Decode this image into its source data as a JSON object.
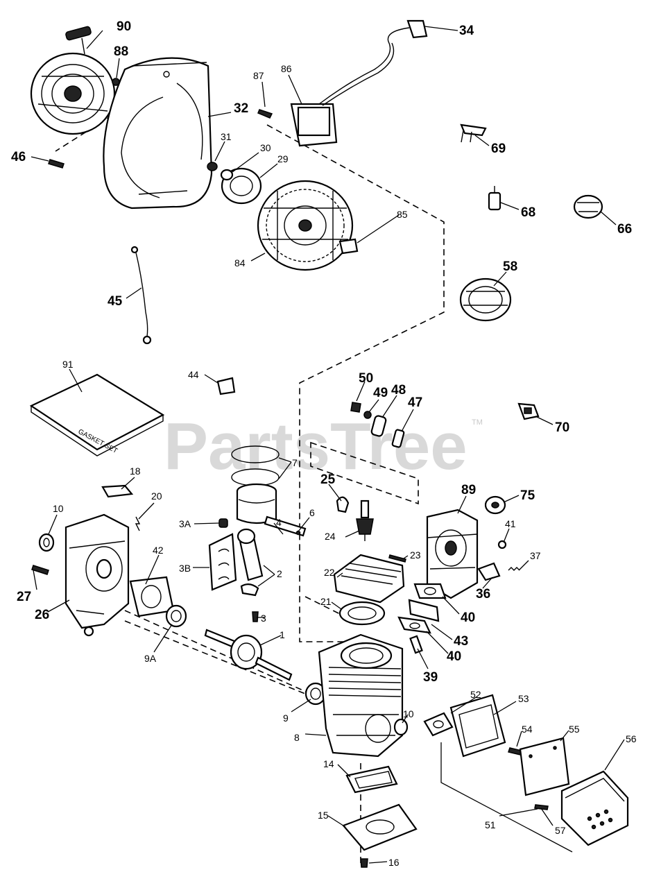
{
  "watermark": {
    "text": "PartsTree",
    "trademark": "TM"
  },
  "callouts": {
    "c90": "90",
    "c88": "88",
    "c34": "34",
    "c87": "87",
    "c86": "86",
    "c32": "32",
    "c46": "46",
    "c31": "31",
    "c30": "30",
    "c29": "29",
    "c69": "69",
    "c68": "68",
    "c66": "66",
    "c85": "85",
    "c84": "84",
    "c58": "58",
    "c45": "45",
    "c91": "91",
    "c44": "44",
    "c50": "50",
    "c49": "49",
    "c48": "48",
    "c47": "47",
    "c70": "70",
    "c7": "7",
    "c25": "25",
    "c89": "89",
    "c75": "75",
    "c18": "18",
    "c20": "20",
    "c10a": "10",
    "c3A": "3A",
    "c6": "6",
    "c4": "4",
    "c24": "24",
    "c41": "41",
    "c37": "37",
    "c22": "22",
    "c23": "23",
    "c42": "42",
    "c3B": "3B",
    "c2": "2",
    "c36": "36",
    "c27": "27",
    "c26": "26",
    "c21": "21",
    "c40a": "40",
    "c3": "3",
    "c43": "43",
    "c1": "1",
    "c40b": "40",
    "c9A": "9A",
    "c39": "39",
    "c52": "52",
    "c53": "53",
    "c9": "9",
    "c10b": "10",
    "c54": "54",
    "c55": "55",
    "c56": "56",
    "c8": "8",
    "c14": "14",
    "c51": "51",
    "c57": "57",
    "c15": "15",
    "c16": "16"
  },
  "gasket_set_text": "GASKET SET",
  "colors": {
    "ink": "#000000",
    "paper": "#ffffff",
    "watermark": "#d9d9d9"
  }
}
